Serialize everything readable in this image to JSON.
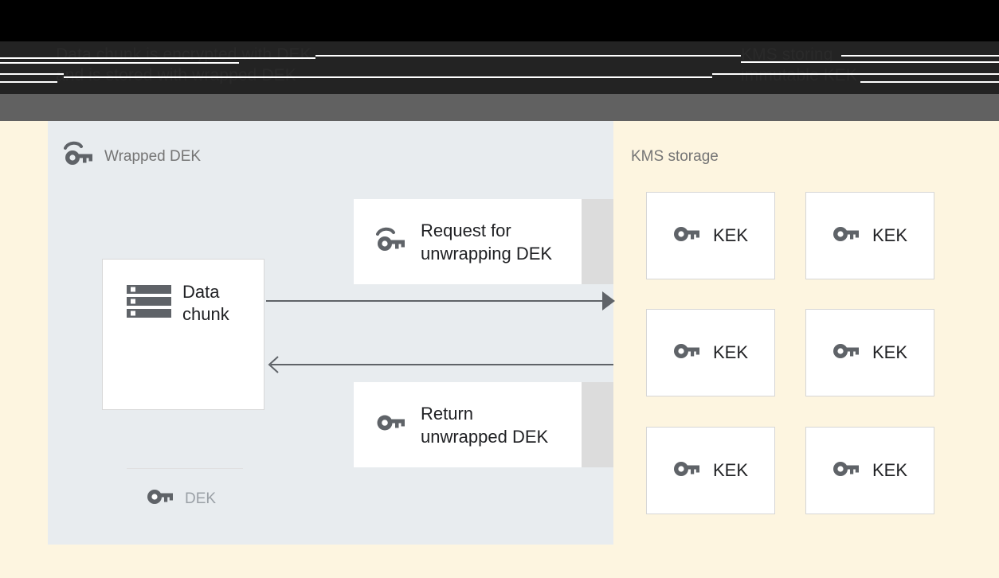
{
  "banner": {
    "left_text": "Data chunk is encrypted with DEK\nand is stored with wrapped DEK",
    "right_text": "KMS storing\nimmutable KEK"
  },
  "wrapped_panel": {
    "title": "Wrapped DEK",
    "title_icon": "wrapped-key-icon",
    "data_card": {
      "chunk_icon": "data-chunk-icon",
      "chunk_label": "Data\nchunk",
      "key_icon": "key-icon",
      "key_label": "DEK"
    },
    "messages": [
      {
        "icon": "wrapped-key-icon",
        "label": "Request for\nunwrapping DEK"
      },
      {
        "icon": "key-icon",
        "label": "Return\nunwrapped DEK"
      }
    ],
    "arrows": [
      {
        "name": "request-arrow",
        "direction": "right"
      },
      {
        "name": "response-arrow",
        "direction": "left"
      }
    ]
  },
  "kms_panel": {
    "title": "KMS storage",
    "keys": [
      {
        "icon": "key-icon",
        "label": "KEK"
      },
      {
        "icon": "key-icon",
        "label": "KEK"
      },
      {
        "icon": "key-icon",
        "label": "KEK"
      },
      {
        "icon": "key-icon",
        "label": "KEK"
      },
      {
        "icon": "key-icon",
        "label": "KEK"
      },
      {
        "icon": "key-icon",
        "label": "KEK"
      }
    ]
  },
  "colors": {
    "page_background": "#fdf5e0",
    "left_panel": "#e8ecef",
    "banner_black": "#000000",
    "banner_dark": "#232323",
    "banner_grey": "#616161",
    "card_white": "#ffffff",
    "icon_grey": "#5f6368",
    "title_grey": "#757575",
    "muted_text": "#9aa0a6",
    "body_text": "#202124",
    "shadow_grey": "#dcdcdc"
  }
}
